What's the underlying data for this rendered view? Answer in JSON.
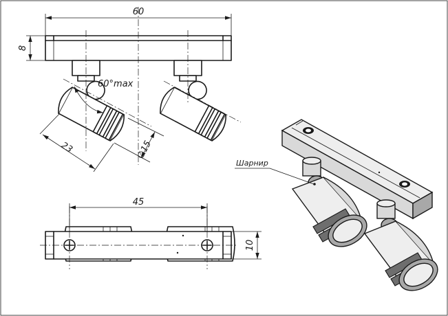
{
  "drawing": {
    "dimensions": {
      "overall_length": "60",
      "plate_height": "8",
      "tilt_angle": "60°max",
      "housing_length": "23",
      "housing_diameter": "∅15",
      "spot_spacing": "45",
      "plate_width": "10"
    },
    "callout": {
      "hinge_label": "Шарнир"
    }
  }
}
